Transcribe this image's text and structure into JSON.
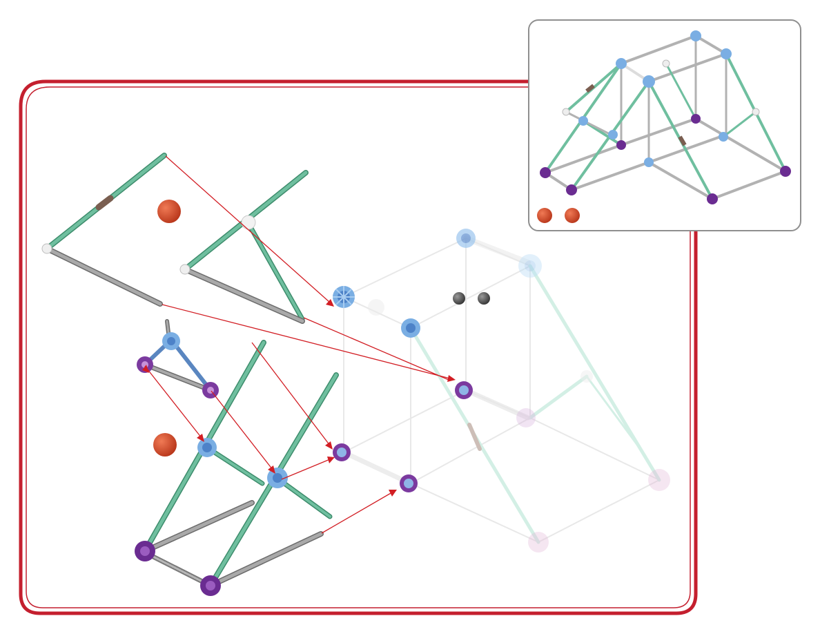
{
  "inset": {
    "count_markers": 2
  },
  "main": {
    "red_markers": 2,
    "grey_markers": 2
  },
  "colors": {
    "frame": "#c41f2e",
    "rod_green": "#6fbf9f",
    "rod_grey": "#a9a9a9",
    "connector_blue": "#6f9fd8",
    "connector_purple": "#6a2c91",
    "connector_white": "#e8e8e8",
    "red_ball": "#d84a2a",
    "grey_ball": "#555555",
    "arrow": "#d21e24"
  },
  "icons": [
    "red-ball-icon",
    "grey-ball-icon",
    "blue-connector-icon",
    "purple-connector-icon",
    "white-connector-icon"
  ]
}
